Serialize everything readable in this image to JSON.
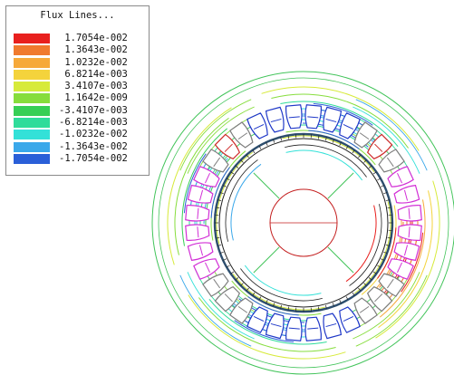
{
  "legend": {
    "title": "Flux Lines...",
    "entries": [
      {
        "label": " 1.7054e-002",
        "color": "#e8201e"
      },
      {
        "label": " 1.3643e-002",
        "color": "#f07a2e"
      },
      {
        "label": " 1.0232e-002",
        "color": "#f6a93a"
      },
      {
        "label": " 6.8214e-003",
        "color": "#f4d33c"
      },
      {
        "label": " 3.4107e-003",
        "color": "#d7ea3a"
      },
      {
        "label": " 1.1642e-009",
        "color": "#86dd3c"
      },
      {
        "label": "-3.4107e-003",
        "color": "#36cf55"
      },
      {
        "label": "-6.8214e-003",
        "color": "#2fdc9a"
      },
      {
        "label": "-1.0232e-002",
        "color": "#33e1d8"
      },
      {
        "label": "-1.3643e-002",
        "color": "#3aa8ea"
      },
      {
        "label": "-1.7054e-002",
        "color": "#2a5fd8"
      }
    ]
  },
  "colors": {
    "outline": "#1f1f1f",
    "airgap": "#2d4e6e",
    "rotor": "#c41f1f",
    "stator_green": "#42c45a",
    "coil_blue": "#1f38c8",
    "coil_magenta": "#d22fd6",
    "coil_red": "#cf2b2b",
    "coil_gray": "#7d7d7d"
  }
}
